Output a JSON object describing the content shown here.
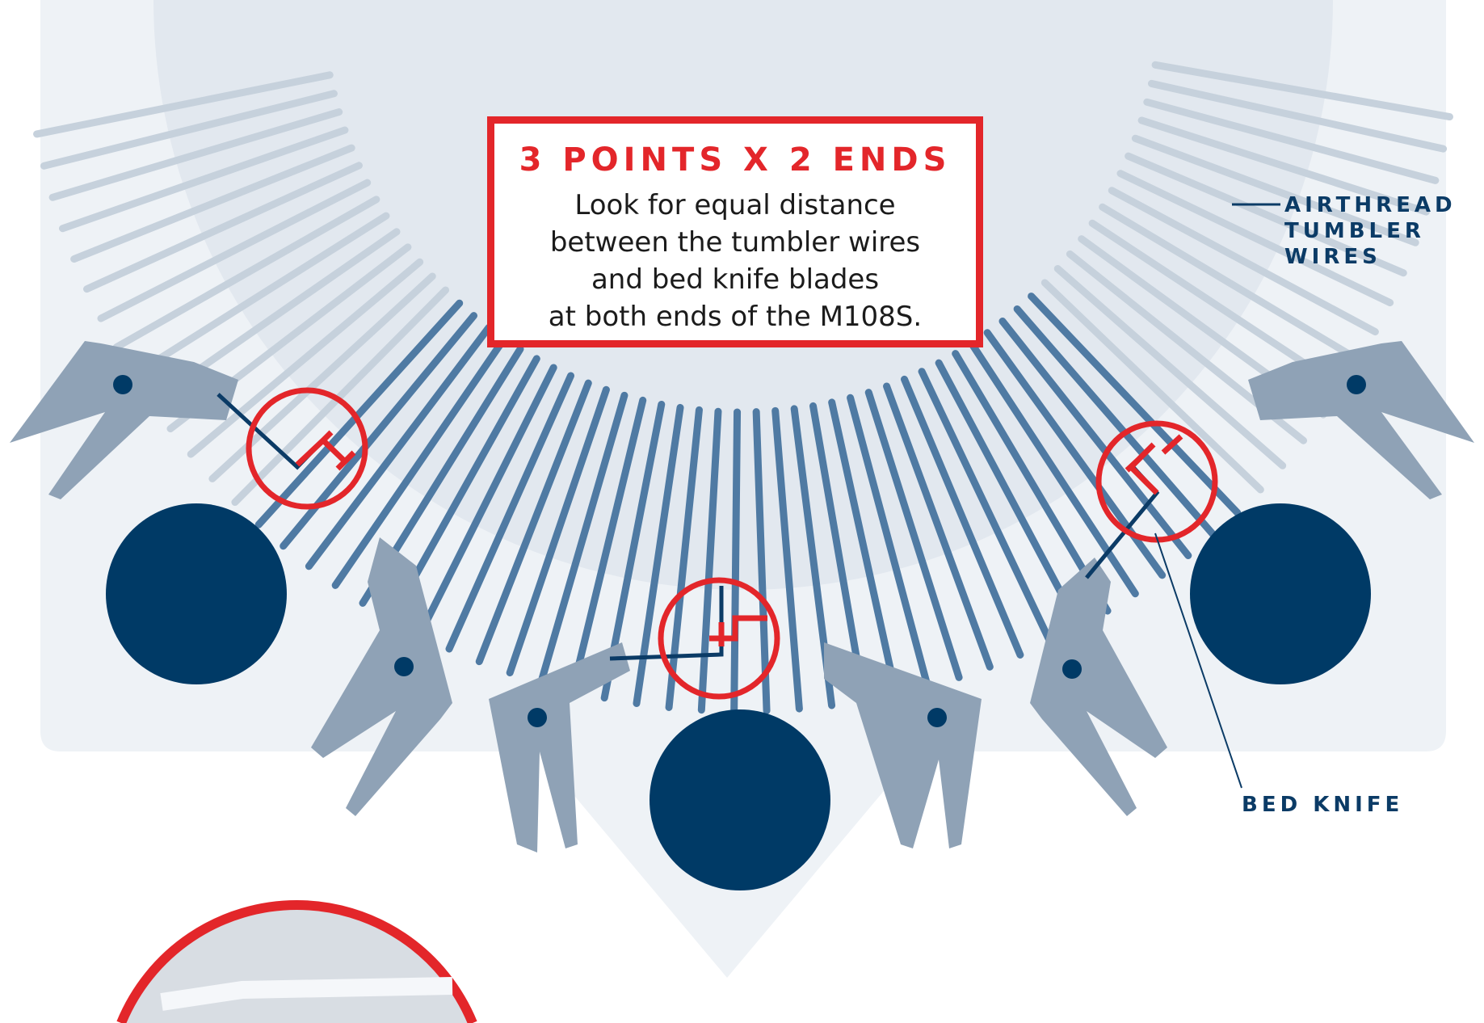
{
  "callout": {
    "title": "3 POINTS X 2 ENDS",
    "lines": [
      "Look for equal distance",
      "between the tumbler wires",
      "and bed knife blades",
      "at both ends of the M108S."
    ]
  },
  "labels": {
    "tumbler_wires": [
      "AIRTHREAD",
      "TUMBLER",
      "WIRES"
    ],
    "bed_knife": "BED KNIFE"
  },
  "colors": {
    "accent_red": "#e3262a",
    "navy": "#003a66",
    "blade_gray": "#8fa2b6",
    "panel_bg": "#eef2f6",
    "wire_light": "#c6d1dc"
  }
}
